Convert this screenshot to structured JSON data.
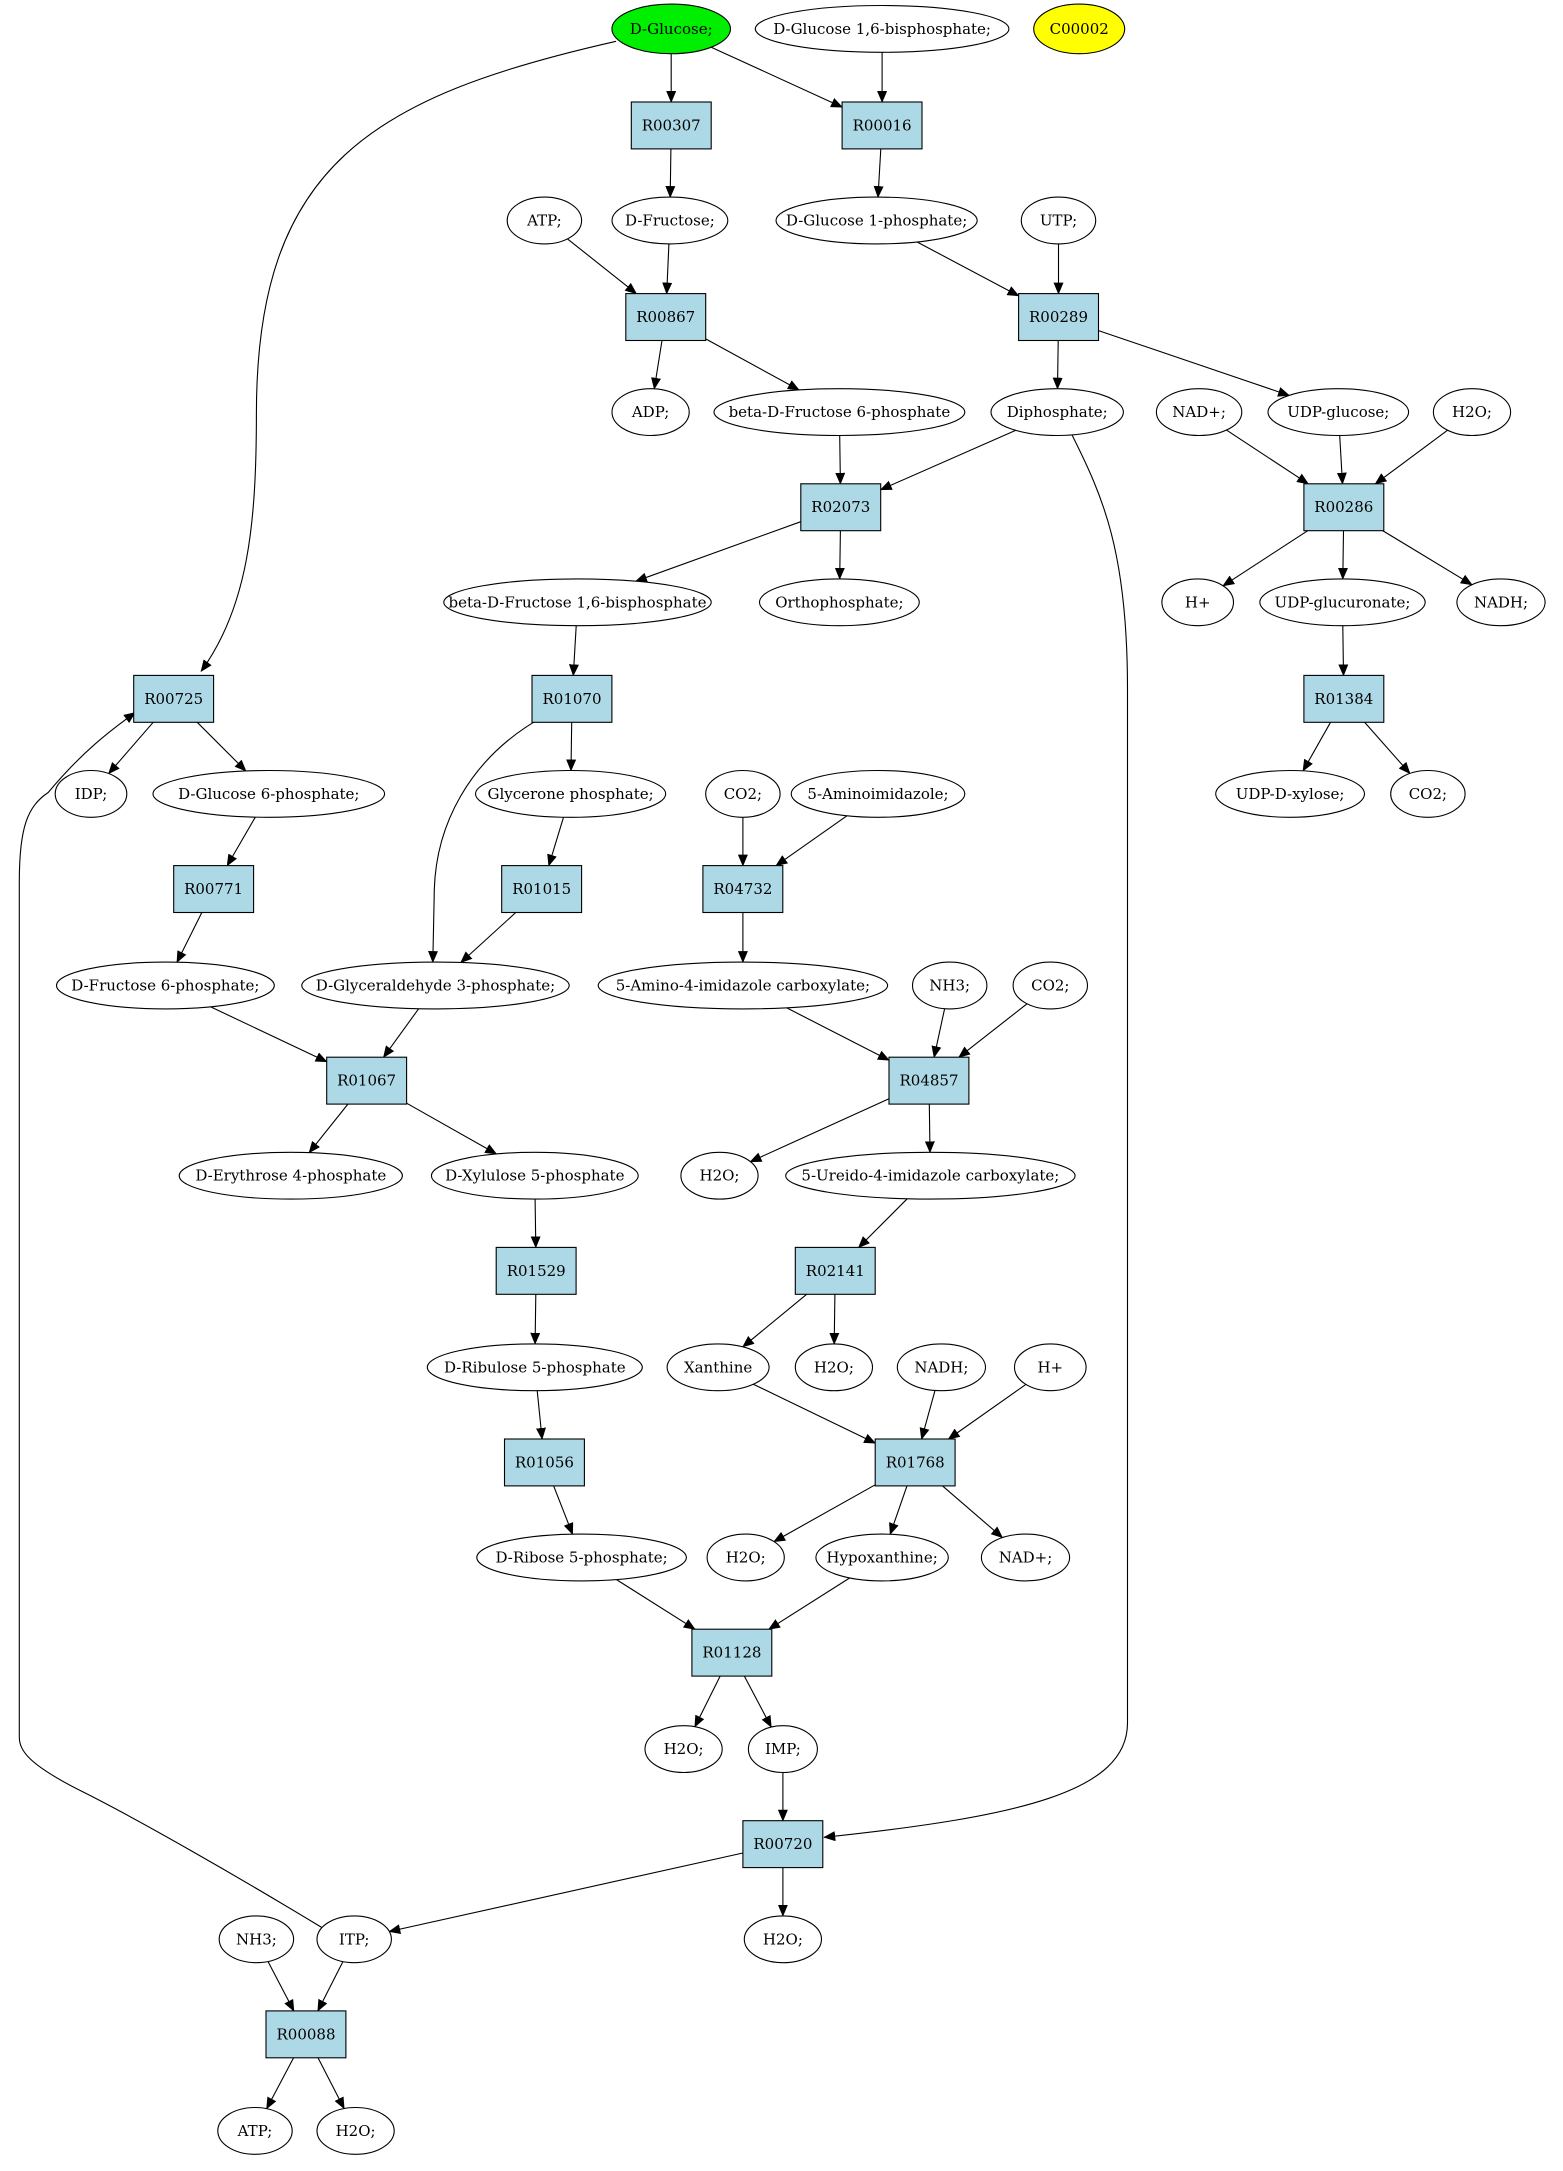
{
  "colors": {
    "reaction_fill": "#add8e6",
    "highlight_start": "#00ee00",
    "highlight_c00002": "#ffff00",
    "node_fill": "#ffffff"
  },
  "metabolites": [
    {
      "id": "m_glucose",
      "label": "D-Glucose;",
      "color": "green"
    },
    {
      "id": "m_g16bp",
      "label": "D-Glucose 1,6-bisphosphate;"
    },
    {
      "id": "m_c00002",
      "label": "C00002",
      "color": "yellow"
    },
    {
      "id": "m_fructose",
      "label": "D-Fructose;"
    },
    {
      "id": "m_atp1",
      "label": "ATP;"
    },
    {
      "id": "m_g1p",
      "label": "D-Glucose 1-phosphate;"
    },
    {
      "id": "m_utp",
      "label": "UTP;"
    },
    {
      "id": "m_adp",
      "label": "ADP;"
    },
    {
      "id": "m_bf6p",
      "label": "beta-D-Fructose 6-phosphate"
    },
    {
      "id": "m_diphos",
      "label": "Diphosphate;"
    },
    {
      "id": "m_nadp1",
      "label": "NAD+;"
    },
    {
      "id": "m_udpg",
      "label": "UDP-glucose;"
    },
    {
      "id": "m_h2o_a",
      "label": "H2O;"
    },
    {
      "id": "m_bf16bp",
      "label": "beta-D-Fructose 1,6-bisphosphate"
    },
    {
      "id": "m_orthophos",
      "label": "Orthophosphate;"
    },
    {
      "id": "m_hplus1",
      "label": "H+"
    },
    {
      "id": "m_udpgluc",
      "label": "UDP-glucuronate;"
    },
    {
      "id": "m_nadh1",
      "label": "NADH;"
    },
    {
      "id": "m_idp",
      "label": "IDP;"
    },
    {
      "id": "m_g6p",
      "label": "D-Glucose 6-phosphate;"
    },
    {
      "id": "m_glycerone",
      "label": "Glycerone phosphate;"
    },
    {
      "id": "m_co2_a",
      "label": "CO2;"
    },
    {
      "id": "m_aminoimid",
      "label": "5-Aminoimidazole;"
    },
    {
      "id": "m_udpx",
      "label": "UDP-D-xylose;"
    },
    {
      "id": "m_co2_b",
      "label": "CO2;"
    },
    {
      "id": "m_f6p",
      "label": "D-Fructose 6-phosphate;"
    },
    {
      "id": "m_gap",
      "label": "D-Glyceraldehyde 3-phosphate;"
    },
    {
      "id": "m_aicarb",
      "label": "5-Amino-4-imidazole carboxylate;"
    },
    {
      "id": "m_nh3_a",
      "label": "NH3;"
    },
    {
      "id": "m_co2_c",
      "label": "CO2;"
    },
    {
      "id": "m_e4p",
      "label": "D-Erythrose 4-phosphate"
    },
    {
      "id": "m_xu5p",
      "label": "D-Xylulose 5-phosphate"
    },
    {
      "id": "m_h2o_b",
      "label": "H2O;"
    },
    {
      "id": "m_uicarb",
      "label": "5-Ureido-4-imidazole carboxylate;"
    },
    {
      "id": "m_ru5p",
      "label": "D-Ribulose 5-phosphate"
    },
    {
      "id": "m_xanthine",
      "label": "Xanthine"
    },
    {
      "id": "m_h2o_c",
      "label": "H2O;"
    },
    {
      "id": "m_nadh2",
      "label": "NADH;"
    },
    {
      "id": "m_hplus2",
      "label": "H+"
    },
    {
      "id": "m_r5p",
      "label": "D-Ribose 5-phosphate;"
    },
    {
      "id": "m_h2o_d",
      "label": "H2O;"
    },
    {
      "id": "m_hypox",
      "label": "Hypoxanthine;"
    },
    {
      "id": "m_nadp2",
      "label": "NAD+;"
    },
    {
      "id": "m_h2o_e",
      "label": "H2O;"
    },
    {
      "id": "m_imp",
      "label": "IMP;"
    },
    {
      "id": "m_nh3_b",
      "label": "NH3;"
    },
    {
      "id": "m_itp",
      "label": "ITP;"
    },
    {
      "id": "m_h2o_f",
      "label": "H2O;"
    },
    {
      "id": "m_atp2",
      "label": "ATP;"
    },
    {
      "id": "m_h2o_g",
      "label": "H2O;"
    }
  ],
  "reactions": [
    {
      "id": "r_R00307",
      "label": "R00307"
    },
    {
      "id": "r_R00016",
      "label": "R00016"
    },
    {
      "id": "r_R00867",
      "label": "R00867"
    },
    {
      "id": "r_R00289",
      "label": "R00289"
    },
    {
      "id": "r_R02073",
      "label": "R02073"
    },
    {
      "id": "r_R00286",
      "label": "R00286"
    },
    {
      "id": "r_R00725",
      "label": "R00725"
    },
    {
      "id": "r_R01070",
      "label": "R01070"
    },
    {
      "id": "r_R01384",
      "label": "R01384"
    },
    {
      "id": "r_R00771",
      "label": "R00771"
    },
    {
      "id": "r_R01015",
      "label": "R01015"
    },
    {
      "id": "r_R04732",
      "label": "R04732"
    },
    {
      "id": "r_R01067",
      "label": "R01067"
    },
    {
      "id": "r_R04857",
      "label": "R04857"
    },
    {
      "id": "r_R01529",
      "label": "R01529"
    },
    {
      "id": "r_R02141",
      "label": "R02141"
    },
    {
      "id": "r_R01056",
      "label": "R01056"
    },
    {
      "id": "r_R01768",
      "label": "R01768"
    },
    {
      "id": "r_R01128",
      "label": "R01128"
    },
    {
      "id": "r_R00720",
      "label": "R00720"
    },
    {
      "id": "r_R00088",
      "label": "R00088"
    }
  ],
  "edges": [
    [
      "m_glucose",
      "r_R00307"
    ],
    [
      "m_glucose",
      "r_R00016"
    ],
    [
      "m_glucose",
      "r_R00725"
    ],
    [
      "m_g16bp",
      "r_R00016"
    ],
    [
      "r_R00307",
      "m_fructose"
    ],
    [
      "r_R00016",
      "m_g1p"
    ],
    [
      "m_atp1",
      "r_R00867"
    ],
    [
      "m_fructose",
      "r_R00867"
    ],
    [
      "r_R00867",
      "m_adp"
    ],
    [
      "r_R00867",
      "m_bf6p"
    ],
    [
      "m_g1p",
      "r_R00289"
    ],
    [
      "m_utp",
      "r_R00289"
    ],
    [
      "r_R00289",
      "m_diphos"
    ],
    [
      "r_R00289",
      "m_udpg"
    ],
    [
      "m_bf6p",
      "r_R02073"
    ],
    [
      "m_diphos",
      "r_R02073"
    ],
    [
      "m_diphos",
      "r_R00720"
    ],
    [
      "r_R02073",
      "m_bf16bp"
    ],
    [
      "r_R02073",
      "m_orthophos"
    ],
    [
      "m_nadp1",
      "r_R00286"
    ],
    [
      "m_udpg",
      "r_R00286"
    ],
    [
      "m_h2o_a",
      "r_R00286"
    ],
    [
      "r_R00286",
      "m_hplus1"
    ],
    [
      "r_R00286",
      "m_udpgluc"
    ],
    [
      "r_R00286",
      "m_nadh1"
    ],
    [
      "m_udpgluc",
      "r_R01384"
    ],
    [
      "r_R01384",
      "m_udpx"
    ],
    [
      "r_R01384",
      "m_co2_b"
    ],
    [
      "m_bf16bp",
      "r_R01070"
    ],
    [
      "r_R01070",
      "m_glycerone"
    ],
    [
      "r_R01070",
      "m_gap"
    ],
    [
      "r_R00725",
      "m_idp"
    ],
    [
      "r_R00725",
      "m_g6p"
    ],
    [
      "m_g6p",
      "r_R00771"
    ],
    [
      "r_R00771",
      "m_f6p"
    ],
    [
      "m_glycerone",
      "r_R01015"
    ],
    [
      "r_R01015",
      "m_gap"
    ],
    [
      "m_co2_a",
      "r_R04732"
    ],
    [
      "m_aminoimid",
      "r_R04732"
    ],
    [
      "r_R04732",
      "m_aicarb"
    ],
    [
      "m_f6p",
      "r_R01067"
    ],
    [
      "m_gap",
      "r_R01067"
    ],
    [
      "r_R01067",
      "m_e4p"
    ],
    [
      "r_R01067",
      "m_xu5p"
    ],
    [
      "m_aicarb",
      "r_R04857"
    ],
    [
      "m_nh3_a",
      "r_R04857"
    ],
    [
      "m_co2_c",
      "r_R04857"
    ],
    [
      "r_R04857",
      "m_h2o_b"
    ],
    [
      "r_R04857",
      "m_uicarb"
    ],
    [
      "m_xu5p",
      "r_R01529"
    ],
    [
      "r_R01529",
      "m_ru5p"
    ],
    [
      "m_uicarb",
      "r_R02141"
    ],
    [
      "r_R02141",
      "m_xanthine"
    ],
    [
      "r_R02141",
      "m_h2o_c"
    ],
    [
      "m_ru5p",
      "r_R01056"
    ],
    [
      "r_R01056",
      "m_r5p"
    ],
    [
      "m_xanthine",
      "r_R01768"
    ],
    [
      "m_nadh2",
      "r_R01768"
    ],
    [
      "m_hplus2",
      "r_R01768"
    ],
    [
      "r_R01768",
      "m_h2o_d"
    ],
    [
      "r_R01768",
      "m_hypox"
    ],
    [
      "r_R01768",
      "m_nadp2"
    ],
    [
      "m_r5p",
      "r_R01128"
    ],
    [
      "m_hypox",
      "r_R01128"
    ],
    [
      "r_R01128",
      "m_h2o_e"
    ],
    [
      "r_R01128",
      "m_imp"
    ],
    [
      "m_imp",
      "r_R00720"
    ],
    [
      "r_R00720",
      "m_itp"
    ],
    [
      "r_R00720",
      "m_h2o_f"
    ],
    [
      "m_itp",
      "r_R00725"
    ],
    [
      "m_nh3_b",
      "r_R00088"
    ],
    [
      "m_itp",
      "r_R00088"
    ],
    [
      "r_R00088",
      "m_atp2"
    ],
    [
      "r_R00088",
      "m_h2o_g"
    ]
  ]
}
